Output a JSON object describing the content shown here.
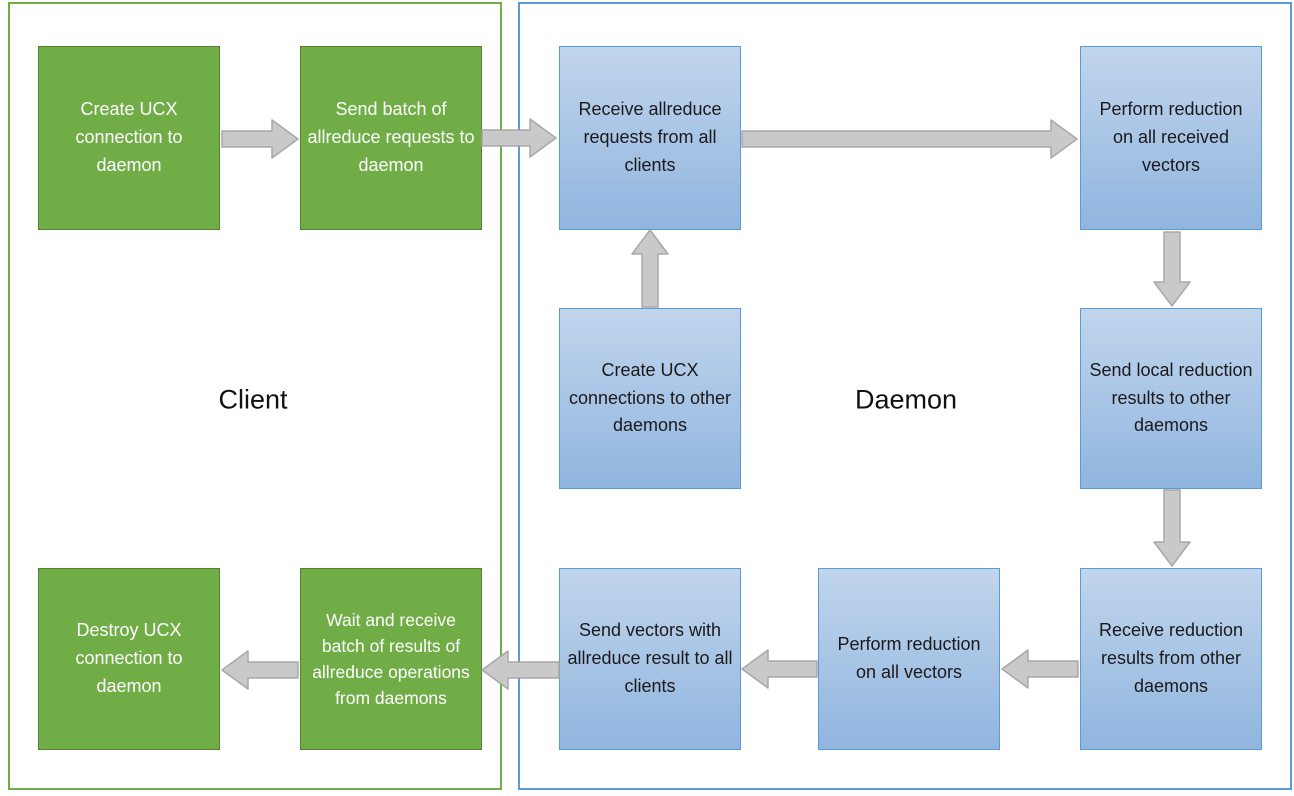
{
  "sections": {
    "client": {
      "label": "Client"
    },
    "daemon": {
      "label": "Daemon"
    }
  },
  "boxes": {
    "client_create": "Create UCX connection to daemon",
    "client_send_batch": "Send batch of allreduce requests to daemon",
    "client_destroy": "Destroy UCX connection to daemon",
    "client_wait": "Wait and receive batch of results of allreduce operations from daemons",
    "daemon_receive_requests": "Receive allreduce requests from all clients",
    "daemon_perform_received": "Perform reduction on all received vectors",
    "daemon_create_connections": "Create UCX connections to other daemons",
    "daemon_send_local": "Send local reduction results to other daemons",
    "daemon_receive_results": "Receive reduction results from other daemons",
    "daemon_perform_all": "Perform reduction on all vectors",
    "daemon_send_vectors": "Send vectors with allreduce result to all clients"
  },
  "colors": {
    "client_frame_border": "#70AD47",
    "client_box_fill": "#70AD47",
    "client_box_border": "#548235",
    "daemon_frame_border": "#5B9BD5",
    "daemon_box_border": "#5B9BD5",
    "daemon_box_fill_top": "#C1D5EC",
    "daemon_box_fill_bottom": "#90B5DF",
    "arrow_fill": "#C9C9C9",
    "arrow_stroke": "#A8A8A8"
  }
}
